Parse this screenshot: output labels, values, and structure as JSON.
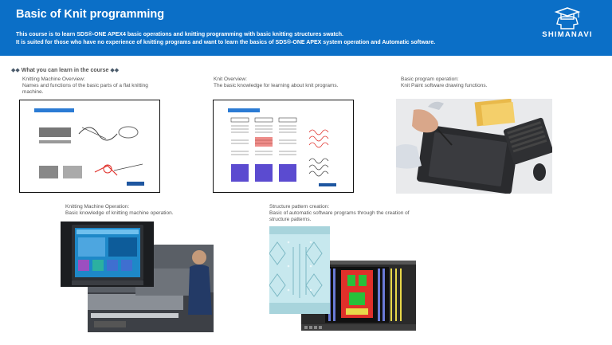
{
  "banner": {
    "title": "Basic of Knit programming",
    "description_line1": "This course is to learn SDS®-ONE APEX4 basic operations and knitting programming with basic knitting structures swatch.",
    "description_line2": "It is suited for those who have no experience of knitting programs and want to learn the basics of SDS®-ONE APEX system operation and Automatic software.",
    "logo_text": "SHIMANAVI",
    "logo_icon": "graduation-cap-sweater-icon"
  },
  "section": {
    "diamonds": "◆◆",
    "title": "What you can learn in the course",
    "diamonds_end": "◆◆"
  },
  "items": [
    {
      "title": "Knitting Machine Overview:",
      "desc": "Names and functions of the basic parts of a flat knitting machine."
    },
    {
      "title": "Knit Overview:",
      "desc": "The basic knowledge for learning about knit programs."
    },
    {
      "title": "Basic program operation:",
      "desc": "Knit Paint software drawing functions."
    },
    {
      "title": "Knitting Machine Operation:",
      "desc": "Basic knowledge of knitting machine operation."
    },
    {
      "title": "Structure pattern creation:",
      "desc": "Basic of automatic software programs through the creation of structure patterns."
    }
  ],
  "colors": {
    "banner": "#0b6fc7",
    "accent_red": "#e0302a",
    "purple_stitch": "#5b4bd0",
    "paint_green": "#28c03a"
  }
}
